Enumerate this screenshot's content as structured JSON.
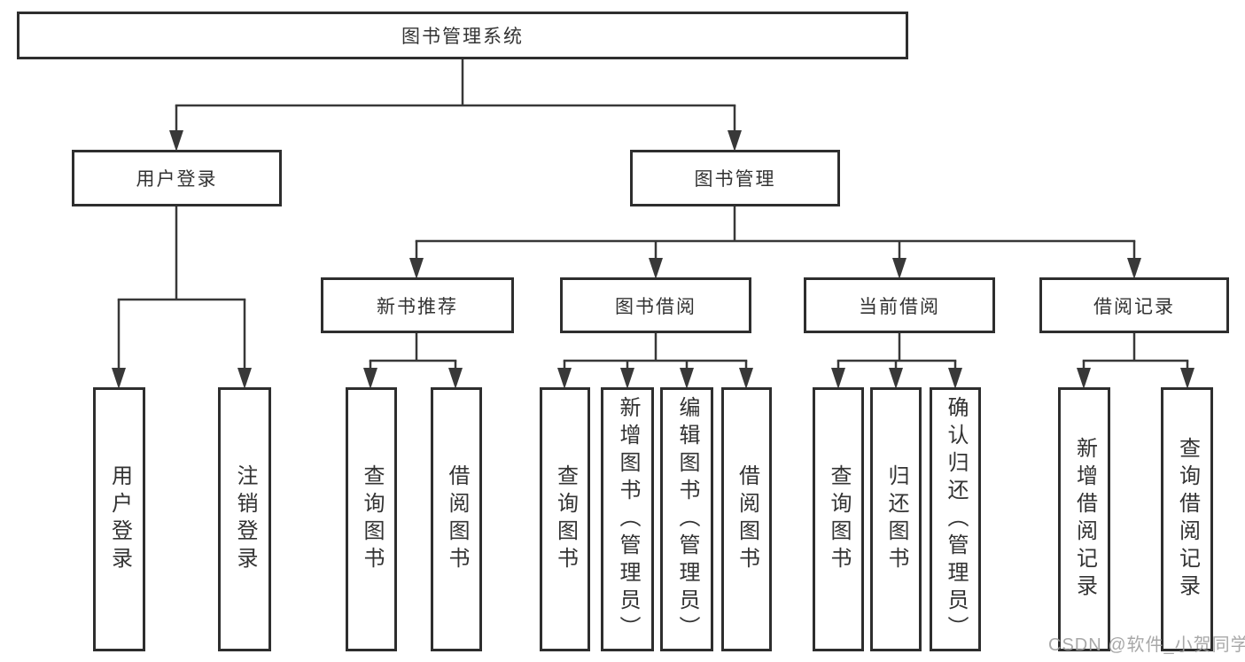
{
  "nodes": {
    "root": "图书管理系统",
    "level2": {
      "user_login": "用户登录",
      "book_management": "图书管理"
    },
    "level3": {
      "new_book_recommendation": "新书推荐",
      "book_borrowing": "图书借阅",
      "current_borrowing": "当前借阅",
      "borrowing_records": "借阅记录"
    },
    "leaves": {
      "user_login": [
        "用户登录",
        "注销登录"
      ],
      "new_book_recommendation": [
        "查询图书",
        "借阅图书"
      ],
      "book_borrowing": [
        "查询图书",
        "新增图书（管理员）",
        "编辑图书（管理员）",
        "借阅图书"
      ],
      "current_borrowing": [
        "查询图书",
        "归还图书",
        "确认归还（管理员）"
      ],
      "borrowing_records": [
        "新增借阅记录",
        "查询借阅记录"
      ]
    }
  },
  "watermark": "CSDN @软件_小贺同学",
  "colors": {
    "border": "#2e2e2e",
    "line": "#383838",
    "text": "#333333",
    "watermark": "#9e9e9e",
    "background": "#ffffff"
  }
}
